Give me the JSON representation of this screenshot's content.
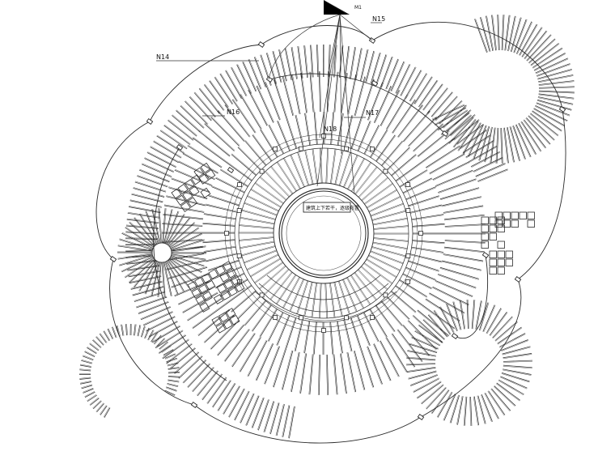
{
  "labels": {
    "n14": "N14",
    "n15": "N15",
    "n16": "N16",
    "n17": "N17",
    "n18": "N18",
    "north_marker": "M1",
    "center_note": "建筑上下若干，逐级布置"
  },
  "colors": {
    "line": "#2a2a2a",
    "light_line": "#555555",
    "background": "#ffffff"
  }
}
